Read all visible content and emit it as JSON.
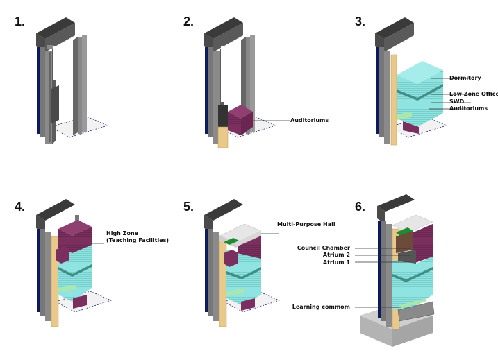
{
  "title": "Building program stacking diagram",
  "colors": {
    "core_dark": "#4a4a4a",
    "core_mid": "#6e6e6e",
    "core_light": "#8c8c8c",
    "navy": "#0d1a5c",
    "tan": "#e8c98a",
    "maroon": "#7a2f5e",
    "cyan": "#8fe3e0",
    "teal_band": "#3f8f86",
    "mint": "#a8e8b0",
    "green": "#1f8a2e",
    "white_hall": "#e6e6e6",
    "base_grey": "#b8b8b8",
    "footprint": "#f0f0f0"
  },
  "steps": [
    {
      "number": "1.",
      "labels": []
    },
    {
      "number": "2.",
      "labels": [
        {
          "text": "Auditoriums"
        }
      ]
    },
    {
      "number": "3.",
      "labels": [
        {
          "text": "Dormitory"
        },
        {
          "text": "Low Zone Offices"
        },
        {
          "text": "SWD"
        },
        {
          "text": "Auditoriums"
        }
      ]
    },
    {
      "number": "4.",
      "labels": [
        {
          "text": "High Zone\n(Teaching Facilities)",
          "line1": "High Zone",
          "line2": "(Teaching Facilities)"
        }
      ]
    },
    {
      "number": "5.",
      "labels": [
        {
          "text": "Multi-Purpose Hall"
        }
      ]
    },
    {
      "number": "6.",
      "labels": [
        {
          "text": "Council Chamber"
        },
        {
          "text": "Atrium 2"
        },
        {
          "text": "Atrium 1"
        },
        {
          "text": "Learning commom"
        }
      ]
    }
  ]
}
